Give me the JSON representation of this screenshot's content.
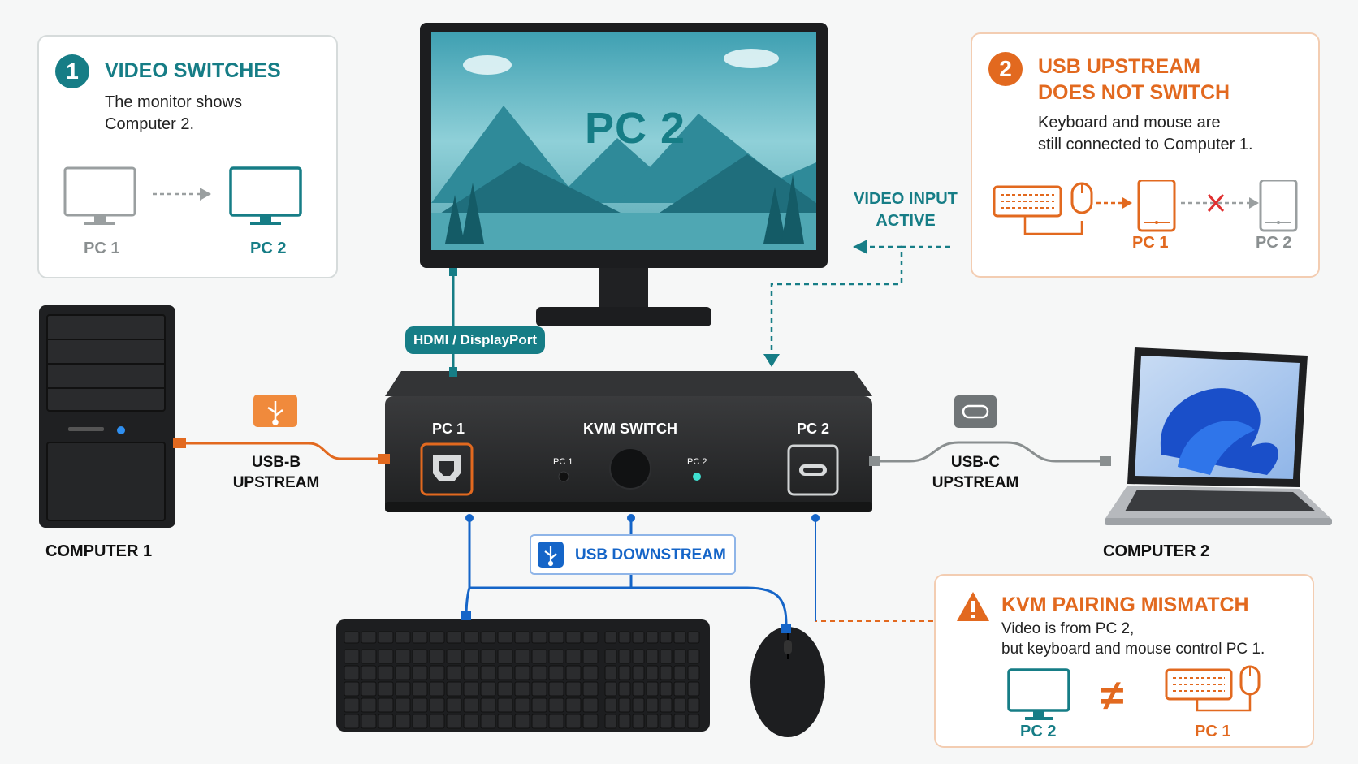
{
  "monitor": {
    "screen_text": "PC 2"
  },
  "card_video": {
    "badge": "1",
    "title": "VIDEO SWITCHES",
    "desc_line1": "The monitor shows",
    "desc_line2": "Computer 2.",
    "from_label": "PC 1",
    "to_label": "PC 2"
  },
  "card_usb": {
    "badge": "2",
    "title_line1": "USB UPSTREAM",
    "title_line2": "DOES NOT SWITCH",
    "desc_line1": "Keyboard and mouse are",
    "desc_line2": "still connected to Computer 1.",
    "pc1_label": "PC 1",
    "pc2_label": "PC 2"
  },
  "card_mismatch": {
    "title": "KVM PAIRING MISMATCH",
    "desc_line1": "Video is from PC 2,",
    "desc_line2": "but keyboard and mouse control PC 1.",
    "neq": "≠",
    "left_label": "PC 2",
    "right_label": "PC 1"
  },
  "video_input": {
    "line1": "VIDEO INPUT",
    "line2": "ACTIVE"
  },
  "hdmi_label": "HDMI / DisplayPort",
  "kvm": {
    "title": "KVM SWITCH",
    "port1_label": "PC 1",
    "port2_label": "PC 2",
    "led1_label": "PC 1",
    "led2_label": "PC 2"
  },
  "usb_b": {
    "line1": "USB-B",
    "line2": "UPSTREAM"
  },
  "usb_c": {
    "line1": "USB-C",
    "line2": "UPSTREAM"
  },
  "usb_downstream": "USB DOWNSTREAM",
  "computer1_label": "COMPUTER 1",
  "computer2_label": "COMPUTER 2",
  "colors": {
    "teal": "#167d86",
    "orange": "#e2691f",
    "blue": "#1565c8",
    "gray": "#8a8f90",
    "red_x": "#e03030"
  }
}
